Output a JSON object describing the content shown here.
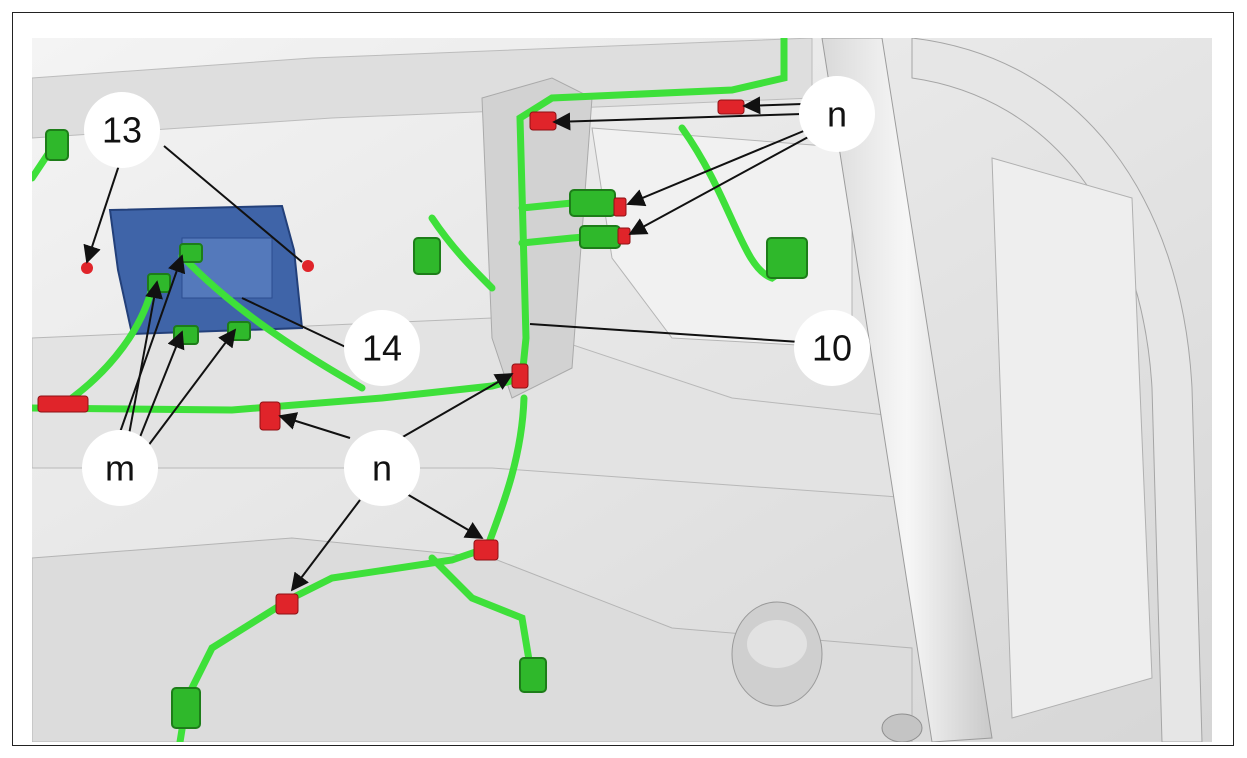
{
  "callouts": {
    "c13": "13",
    "c14": "14",
    "c10": "10",
    "m": "m",
    "n_top": "n",
    "n_mid": "n"
  },
  "colors": {
    "harness": "#3ee03a",
    "harness_dark": "#1f9b1c",
    "clip": "#e0242a",
    "module": "#3f64a8",
    "panel": "#e9e9e9",
    "panel_shadow": "#bdbdbd"
  }
}
